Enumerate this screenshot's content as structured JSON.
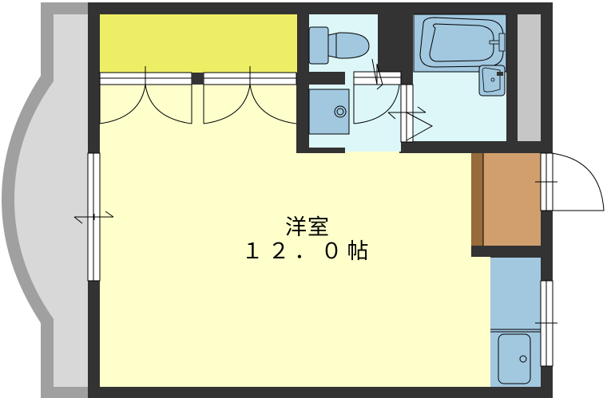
{
  "floor_plan": {
    "type": "studio-apartment",
    "rooms": [
      {
        "id": "western-room",
        "label": "洋室",
        "size": "１２．０帖",
        "size_value": 12.0,
        "unit": "帖"
      },
      {
        "id": "closet",
        "label": ""
      },
      {
        "id": "toilet",
        "label": ""
      },
      {
        "id": "washroom",
        "label": ""
      },
      {
        "id": "bathroom",
        "label": ""
      },
      {
        "id": "entrance",
        "label": ""
      },
      {
        "id": "kitchen",
        "label": ""
      },
      {
        "id": "balcony",
        "label": ""
      }
    ],
    "colors": {
      "wall": "#333333",
      "western_room_floor": "#ffffcc",
      "closet": "#eeee66",
      "wet_area_floor": "#ddf7f9",
      "fixture_blue": "#a2c8e0",
      "entrance": "#d19f6e",
      "entrance_step": "#976b3a",
      "balcony_outer": "#a0a0a0",
      "balcony_inner": "#d8d8d8",
      "pipe_space": "#c6c6c6"
    }
  }
}
